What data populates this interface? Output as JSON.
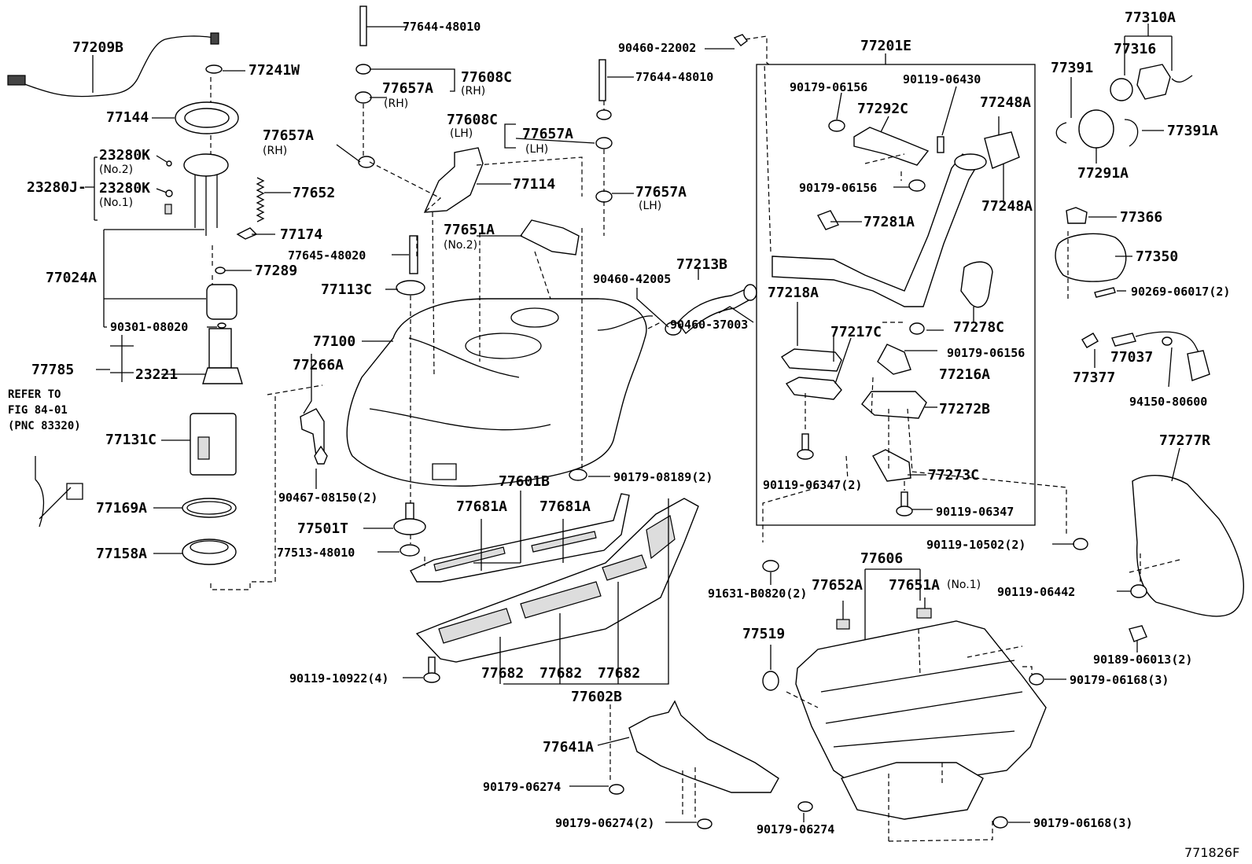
{
  "figure_code": "771826F",
  "refer_note": {
    "line1": "REFER TO",
    "line2": "FIG 84-01",
    "line3": "(PNC 83320)"
  },
  "labels": {
    "l77209B": "77209B",
    "l77241W": "77241W",
    "l77144": "77144",
    "l23280K2": "23280K",
    "n_no2a": "(No.2)",
    "l23280J": "23280J-",
    "l23280K1": "23280K",
    "n_no1a": "(No.1)",
    "l77652": "77652",
    "l77174": "77174",
    "l77024A": "77024A",
    "l77289": "77289",
    "l90301": "90301-08020",
    "l77785": "77785",
    "l23221": "23221",
    "l77131C": "77131C",
    "l77169A": "77169A",
    "l77158A": "77158A",
    "l77644a": "77644-48010",
    "l77608Ca": "77608C",
    "n_rh1": "(RH)",
    "l77657Aa": "77657A",
    "n_rh2": "(RH)",
    "l77657Ab": "77657A",
    "n_rh3": "(RH)",
    "l77608Cb": "77608C",
    "n_lh1": "(LH)",
    "l77657Ac": "77657A",
    "n_lh2": "(LH)",
    "l77114": "77114",
    "l77644b": "77644-48010",
    "l77657Ad": "77657A",
    "n_lh3": "(LH)",
    "l77651Aa": "77651A",
    "n_no2b": "(No.2)",
    "l77645": "77645-48020",
    "l77113C": "77113C",
    "l77100": "77100",
    "l77266A": "77266A",
    "l90467": "90467-08150(2)",
    "l77501T": "77501T",
    "l77513": "77513-48010",
    "l77601B": "77601B",
    "l77681Aa": "77681A",
    "l77681Ab": "77681A",
    "l90179_08189": "90179-08189(2)",
    "l90119_10922": "90119-10922(4)",
    "l77682a": "77682",
    "l77682b": "77682",
    "l77682c": "77682",
    "l77602B": "77602B",
    "l77641A": "77641A",
    "l90179_06274a": "90179-06274",
    "l90179_06274b": "90179-06274(2)",
    "l90179_06274c": "90179-06274",
    "l90460_22002": "90460-22002",
    "l77213B": "77213B",
    "l90460_42005": "90460-42005",
    "l90460_37003": "90460-37003",
    "l77201E": "77201E",
    "l90179_06156a": "90179-06156",
    "l90119_06430": "90119-06430",
    "l77292C": "77292C",
    "l77248Aa": "77248A",
    "l90179_06156b": "90179-06156",
    "l77248Ab": "77248A",
    "l77281A": "77281A",
    "l77218A": "77218A",
    "l77217C": "77217C",
    "l77278C": "77278C",
    "l90179_06156c": "90179-06156",
    "l77216A": "77216A",
    "l77272B": "77272B",
    "l90119_06347a": "90119-06347(2)",
    "l77273C": "77273C",
    "l90119_06347b": "90119-06347",
    "l77310A": "77310A",
    "l77316": "77316",
    "l77391": "77391",
    "l77391A": "77391A",
    "l77291A": "77291A",
    "l77366": "77366",
    "l77350": "77350",
    "l90269": "90269-06017(2)",
    "l77377": "77377",
    "l77037": "77037",
    "l94150": "94150-80600",
    "l77277R": "77277R",
    "l90119_10502": "90119-10502(2)",
    "l91631": "91631-B0820(2)",
    "l77606": "77606",
    "l77652A": "77652A",
    "l77651Ab": "77651A",
    "n_no1b": "(No.1)",
    "l77519": "77519",
    "l90119_06442": "90119-06442",
    "l90189": "90189-06013(2)",
    "l90179_06168a": "90179-06168(3)",
    "l90179_06168b": "90179-06168(3)"
  }
}
